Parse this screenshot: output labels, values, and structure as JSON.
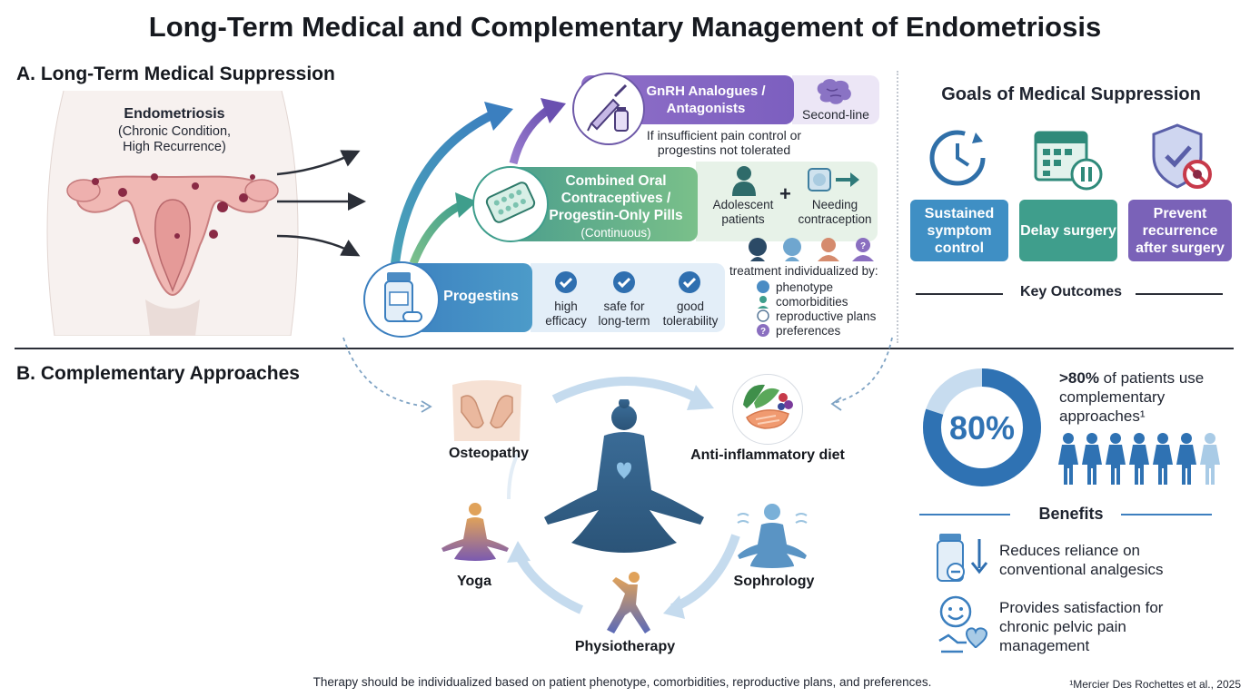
{
  "title": "Long-Term Medical and Complementary Management of Endometriosis",
  "sectionA": {
    "heading": "A. Long-Term Medical Suppression",
    "endometriosis": {
      "title": "Endometriosis",
      "subtitle": "(Chronic Condition, High Recurrence)"
    },
    "gnrh": {
      "label": "GnRH Analogues / Antagonists",
      "tag": "Second-line",
      "note": "If insufficient pain control or progestins not tolerated"
    },
    "coc": {
      "label": "Combined Oral Contraceptives / Progestin-Only Pills",
      "sub": "(Continuous)",
      "group1": "Adolescent patients",
      "plus": "+",
      "group2": "Needing contraception"
    },
    "progestins": {
      "label": "Progestins",
      "benefits": [
        "high efficacy",
        "safe for long-term",
        "good tolerability"
      ]
    },
    "individualized": {
      "title": "treatment individualized by:",
      "items": [
        "phenotype",
        "comorbidities",
        "reproductive plans",
        "preferences"
      ]
    },
    "goals": {
      "title": "Goals of Medical Suppression",
      "items": [
        {
          "label": "Sustained symptom control",
          "color": "#3f8fc4"
        },
        {
          "label": "Delay surgery",
          "color": "#3f9e8c"
        },
        {
          "label": "Prevent recurrence after surgery",
          "color": "#7a62b8"
        }
      ],
      "footer": "Key Outcomes"
    }
  },
  "sectionB": {
    "heading": "B. Complementary Approaches",
    "approaches": [
      "Osteopathy",
      "Anti-inflammatory diet",
      "Yoga",
      "Sophrology",
      "Physiotherapy"
    ],
    "stat": {
      "percent": "80%",
      "value": 80,
      "bold": ">80%",
      "text": " of patients use complementary approaches¹"
    },
    "benefits": {
      "title": "Benefits",
      "items": [
        "Reduces reliance on conventional analgesics",
        "Provides satisfaction for chronic pelvic pain management"
      ]
    }
  },
  "footer": "Therapy should be individualized based on patient phenotype, comorbidities, reproductive plans, and preferences.",
  "citation": "¹Mercier Des Rochettes et al., 2025"
}
